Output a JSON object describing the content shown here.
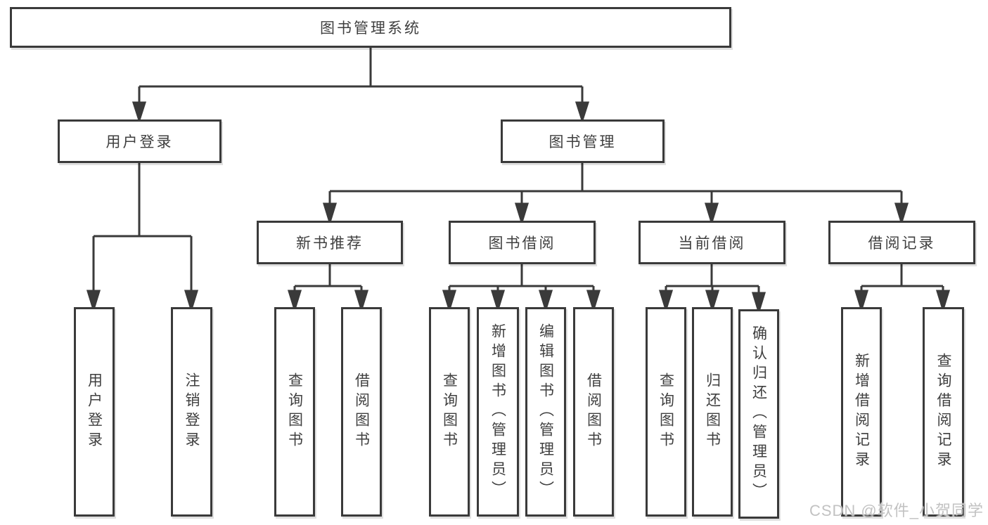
{
  "tree": {
    "root": {
      "label": "图书管理系统"
    },
    "user_login": {
      "label": "用户登录",
      "children": [
        {
          "label": "用户登录"
        },
        {
          "label": "注销登录"
        }
      ]
    },
    "book_mgmt": {
      "label": "图书管理"
    },
    "new_book_rec": {
      "label": "新书推荐",
      "children": [
        {
          "label": "查询图书"
        },
        {
          "label": "借阅图书"
        }
      ]
    },
    "book_borrow": {
      "label": "图书借阅",
      "children": [
        {
          "label": "查询图书"
        },
        {
          "label": "新增图书（管理员）"
        },
        {
          "label": "编辑图书（管理员）"
        },
        {
          "label": "借阅图书"
        }
      ]
    },
    "current_borrow": {
      "label": "当前借阅",
      "children": [
        {
          "label": "查询图书"
        },
        {
          "label": "归还图书"
        },
        {
          "label": "确认归还（管理员）"
        }
      ]
    },
    "borrow_record": {
      "label": "借阅记录",
      "children": [
        {
          "label": "新增借阅记录"
        },
        {
          "label": "查询借阅记录"
        }
      ]
    }
  },
  "watermark": {
    "text": "CSDN @软件_小贺同学"
  },
  "colors": {
    "line": "#3a3a3a",
    "border": "#3a3a3a",
    "text": "#3f3f3f",
    "background": "#ffffff",
    "watermark": "#c2c2c2"
  }
}
